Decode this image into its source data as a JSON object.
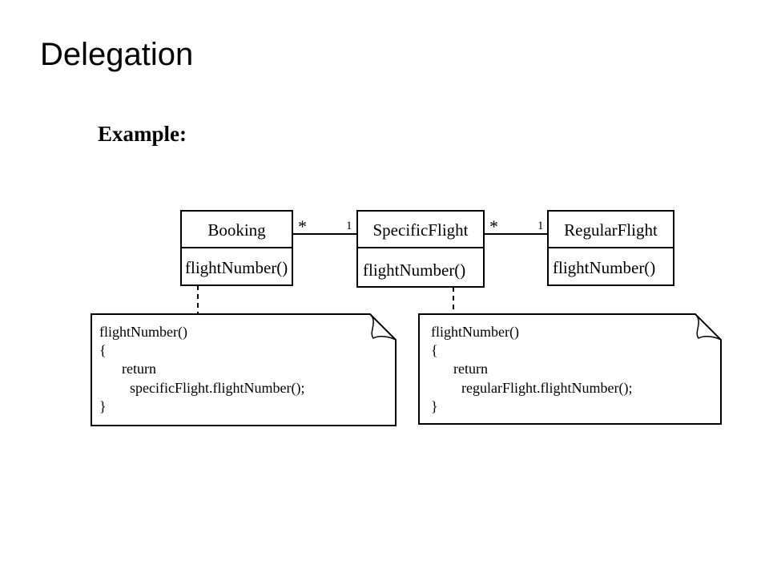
{
  "slide": {
    "title": "Delegation",
    "subtitle": "Example:"
  },
  "classes": [
    {
      "name": "Booking",
      "operation": "flightNumber()"
    },
    {
      "name": "SpecificFlight",
      "operation": "flightNumber()"
    },
    {
      "name": "RegularFlight",
      "operation": "flightNumber()"
    }
  ],
  "associations": [
    {
      "from_multiplicity": "*",
      "to_multiplicity": "1"
    },
    {
      "from_multiplicity": "*",
      "to_multiplicity": "1"
    }
  ],
  "notes": [
    {
      "lines": [
        "flightNumber()",
        "{",
        "return",
        "specificFlight.flightNumber();",
        "}"
      ]
    },
    {
      "lines": [
        "flightNumber()",
        "{",
        "return",
        "regularFlight.flightNumber();",
        "}"
      ]
    }
  ]
}
